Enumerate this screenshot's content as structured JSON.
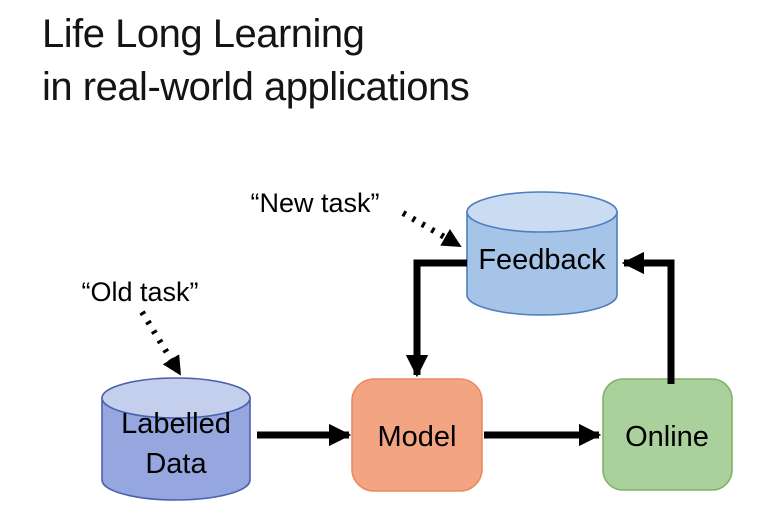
{
  "slide": {
    "title": {
      "line1": "Life Long Learning",
      "line2": "in real-world applications"
    }
  },
  "diagram": {
    "annotations": {
      "new_task": {
        "label": "“New task”"
      },
      "old_task": {
        "label": "“Old task”"
      }
    },
    "nodes": {
      "labelled_data": {
        "type": "cylinder",
        "label_line1": "Labelled",
        "label_line2": "Data"
      },
      "feedback": {
        "type": "cylinder",
        "label": "Feedback"
      },
      "model": {
        "type": "rounded-rect",
        "label": "Model"
      },
      "online": {
        "type": "rounded-rect",
        "label": "Online"
      }
    },
    "edges": [
      {
        "from": "old_task",
        "to": "labelled_data",
        "style": "dotted-arrow"
      },
      {
        "from": "new_task",
        "to": "feedback",
        "style": "dotted-arrow"
      },
      {
        "from": "labelled_data",
        "to": "model",
        "style": "solid-arrow"
      },
      {
        "from": "model",
        "to": "online",
        "style": "solid-arrow"
      },
      {
        "from": "online",
        "to": "feedback",
        "style": "solid-elbow-arrow"
      },
      {
        "from": "feedback",
        "to": "model",
        "style": "solid-elbow-arrow"
      }
    ],
    "colors": {
      "feedback_fill": "#A6C4E8",
      "feedback_top": "#C9DCF2",
      "feedback_stroke": "#4D7EBD",
      "labelled_fill": "#95A7DE",
      "labelled_top": "#C4CFEE",
      "labelled_stroke": "#4A62AE",
      "model_fill": "#F3A483",
      "model_stroke": "#E98B61",
      "online_fill": "#AAD09C",
      "online_stroke": "#7EB465",
      "arrow": "#000000",
      "text": "#000000"
    }
  }
}
